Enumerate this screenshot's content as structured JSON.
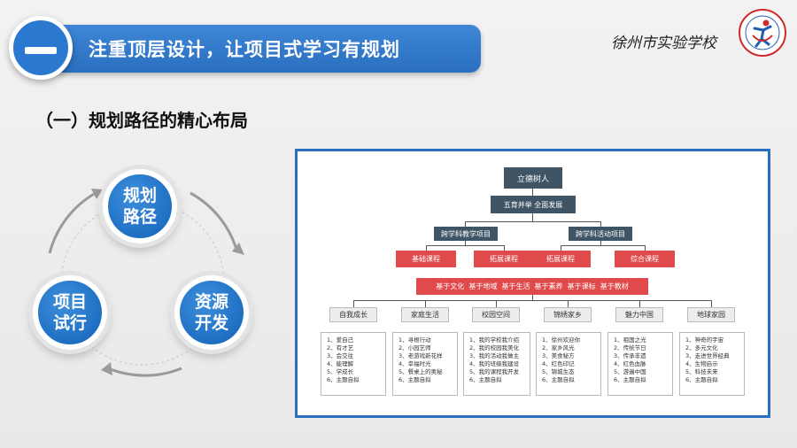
{
  "header": {
    "title": "注重顶层设计，让项目式学习有规划",
    "school_name": "徐州市实验学校"
  },
  "subtitle": "（一）规划路径的精心布局",
  "cycle": {
    "nodes": [
      "规划路径",
      "资源开发",
      "项目试行"
    ]
  },
  "chart": {
    "root": "立德树人",
    "level2": "五育并举 全面发展",
    "branches": [
      "跨学科教学项目",
      "跨学科活动项目"
    ],
    "courses": [
      "基础课程",
      "拓展课程",
      "拓展课程",
      "综合课程"
    ],
    "bases": "基于文化  基于地域  基于生活  基于素养  基于课标  基于教材",
    "categories": [
      {
        "name": "自我成长",
        "items": [
          "1、爱自己",
          "2、有才艺",
          "3、会交往",
          "4、能理解",
          "5、学成长",
          "6、主题自拟"
        ]
      },
      {
        "name": "家庭生活",
        "items": [
          "1、寻根行动",
          "2、小园艺师",
          "3、老游戏新花样",
          "4、幸福时光",
          "5、餐桌上的奥秘",
          "6、主题自拟"
        ]
      },
      {
        "name": "校园空间",
        "items": [
          "1、我的学校我介绍",
          "2、我的校园我美化",
          "3、我的活动我做主",
          "4、我的班级我建设",
          "5、我的课程我开发",
          "6、主题自拟"
        ]
      },
      {
        "name": "锦绣家乡",
        "items": [
          "1、徐州欢迎你",
          "2、家乡风光",
          "3、美食秘方",
          "4、红色印记",
          "5、锦城生态",
          "6、主题自拟"
        ]
      },
      {
        "name": "魅力中国",
        "items": [
          "1、祖国之光",
          "2、传统节日",
          "3、传承非遗",
          "4、红色血脉",
          "5、游遍中国",
          "6、主题自拟"
        ]
      },
      {
        "name": "地球家园",
        "items": [
          "1、神奇的宇宙",
          "2、多元文化",
          "3、走进世界经典",
          "4、生物启示",
          "5、科技未来",
          "6、主题自拟"
        ]
      }
    ]
  }
}
